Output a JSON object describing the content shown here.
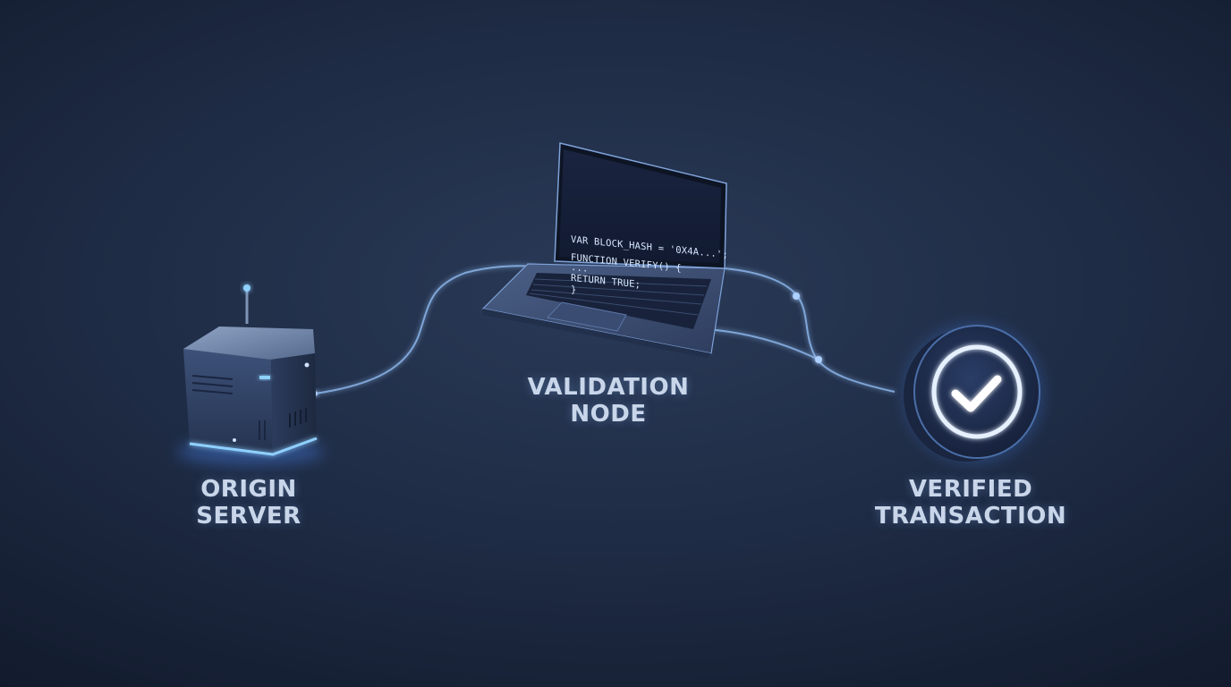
{
  "nodes": {
    "origin": {
      "line1": "ORIGIN",
      "line2": "SERVER"
    },
    "validation": {
      "line1": "VALIDATION",
      "line2": "NODE"
    },
    "verified": {
      "line1": "VERIFIED",
      "line2": "TRANSACTION"
    }
  },
  "screen_code": [
    "VAR BLOCK_HASH = '0X4A...';",
    "FUNCTION VERIFY() {",
    "  ...",
    "  RETURN TRUE;",
    "}"
  ],
  "icons": {
    "server": "server-cube-icon",
    "laptop": "laptop-icon",
    "check": "checkmark-badge-icon"
  },
  "colors": {
    "background": "#1e2b44",
    "glow": "#5aa0ff",
    "label": "#c9d6ea",
    "code": "#d8e8ff"
  }
}
